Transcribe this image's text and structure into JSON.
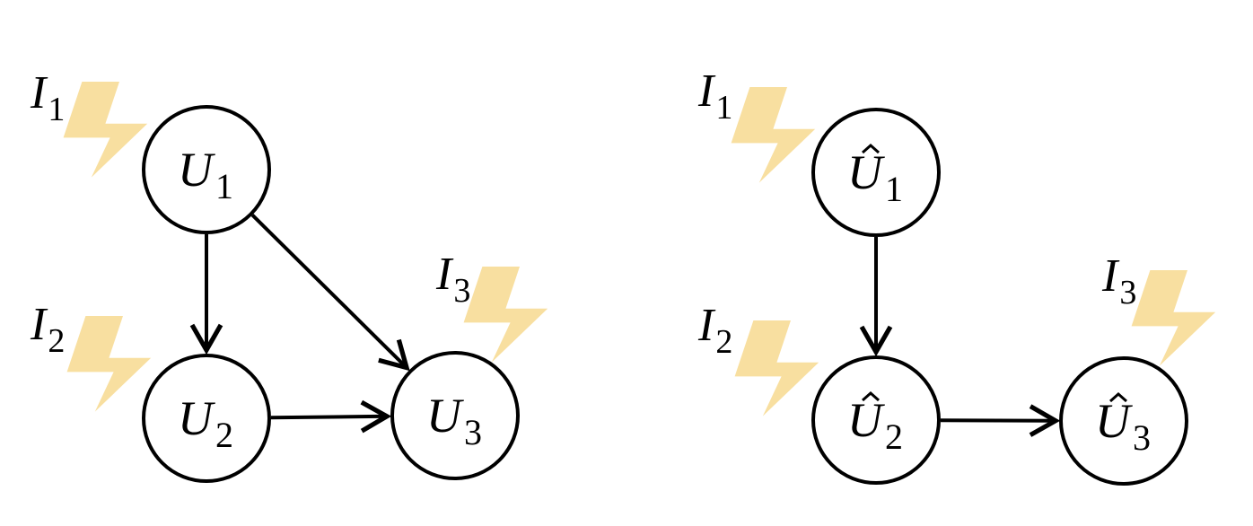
{
  "colors": {
    "bolt": "#f8dfa0",
    "stroke": "#000000",
    "background": "#ffffff"
  },
  "panels": [
    {
      "id": "left",
      "nodes": [
        {
          "id": "U1",
          "base": "U",
          "sub": "1",
          "hat": false
        },
        {
          "id": "U2",
          "base": "U",
          "sub": "2",
          "hat": false
        },
        {
          "id": "U3",
          "base": "U",
          "sub": "3",
          "hat": false
        }
      ],
      "interventions": [
        {
          "id": "I1",
          "base": "I",
          "sub": "1",
          "target": "U1"
        },
        {
          "id": "I2",
          "base": "I",
          "sub": "2",
          "target": "U2"
        },
        {
          "id": "I3",
          "base": "I",
          "sub": "3",
          "target": "U3"
        }
      ],
      "edges": [
        {
          "from": "U1",
          "to": "U2"
        },
        {
          "from": "U1",
          "to": "U3"
        },
        {
          "from": "U2",
          "to": "U3"
        }
      ]
    },
    {
      "id": "right",
      "nodes": [
        {
          "id": "U1",
          "base": "U",
          "sub": "1",
          "hat": true
        },
        {
          "id": "U2",
          "base": "U",
          "sub": "2",
          "hat": true
        },
        {
          "id": "U3",
          "base": "U",
          "sub": "3",
          "hat": true
        }
      ],
      "interventions": [
        {
          "id": "I1",
          "base": "I",
          "sub": "1",
          "target": "U1"
        },
        {
          "id": "I2",
          "base": "I",
          "sub": "2",
          "target": "U2"
        },
        {
          "id": "I3",
          "base": "I",
          "sub": "3",
          "target": "U3"
        }
      ],
      "edges": [
        {
          "from": "U1",
          "to": "U2"
        },
        {
          "from": "U2",
          "to": "U3"
        }
      ]
    }
  ]
}
